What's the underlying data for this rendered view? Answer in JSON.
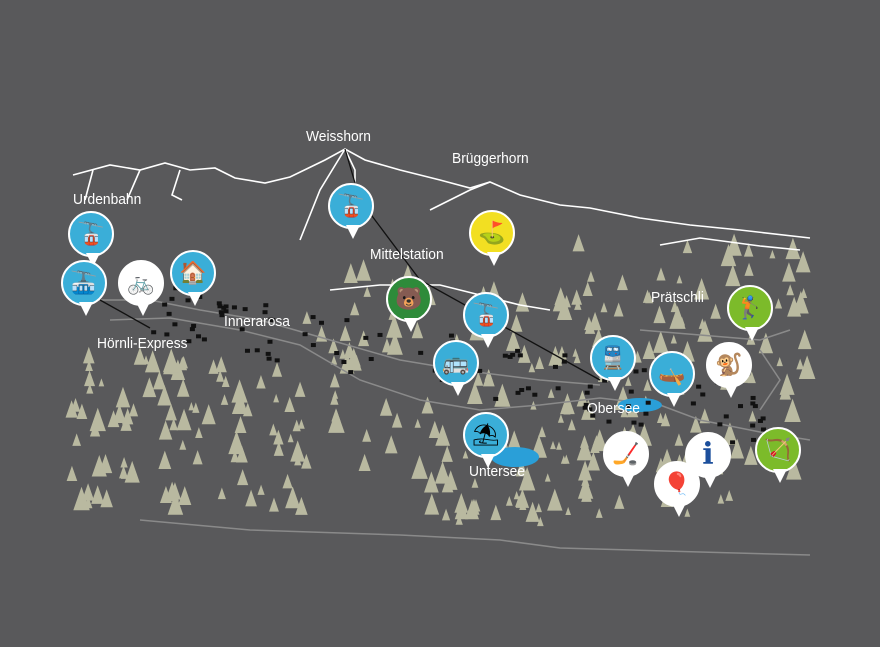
{
  "labels": {
    "weisshorn": "Weisshorn",
    "brueggerhorn": "Brüggerhorn",
    "urdenbahn": "Urdenbahn",
    "mittelstation": "Mittelstation",
    "hoernli_express": "Hörnli-Express",
    "innerarosa": "Innerarosa",
    "praetschli": "Prätschli",
    "obersee": "Obersee",
    "untersee": "Untersee"
  },
  "markers": {
    "info_symbol": "i"
  },
  "colors": {
    "background": "#59595b",
    "lake": "#2a9fd8",
    "tree": "#b9b9a0",
    "ridge": "#ffffff"
  }
}
